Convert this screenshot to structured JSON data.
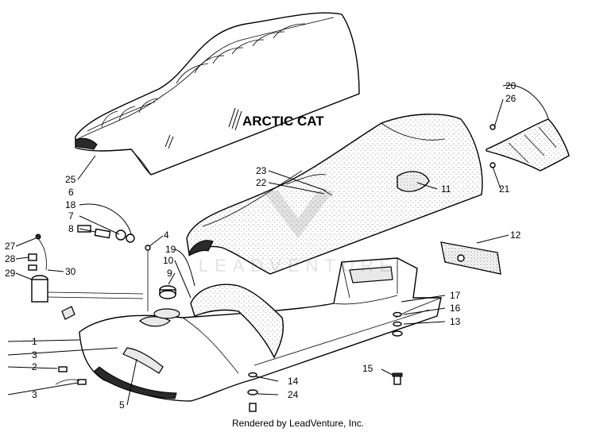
{
  "diagram": {
    "brand_text": "ARCTIC CAT",
    "watermark_text": "LEADVENTURE",
    "callouts": [
      "25",
      "6",
      "18",
      "7",
      "8",
      "4",
      "27",
      "28",
      "29",
      "30",
      "10",
      "19",
      "9",
      "1",
      "3",
      "2",
      "3",
      "5",
      "23",
      "22",
      "11",
      "20",
      "26",
      "21",
      "12",
      "17",
      "16",
      "13",
      "15",
      "14",
      "24"
    ]
  },
  "footer": {
    "text": "Rendered by LeadVenture, Inc."
  }
}
